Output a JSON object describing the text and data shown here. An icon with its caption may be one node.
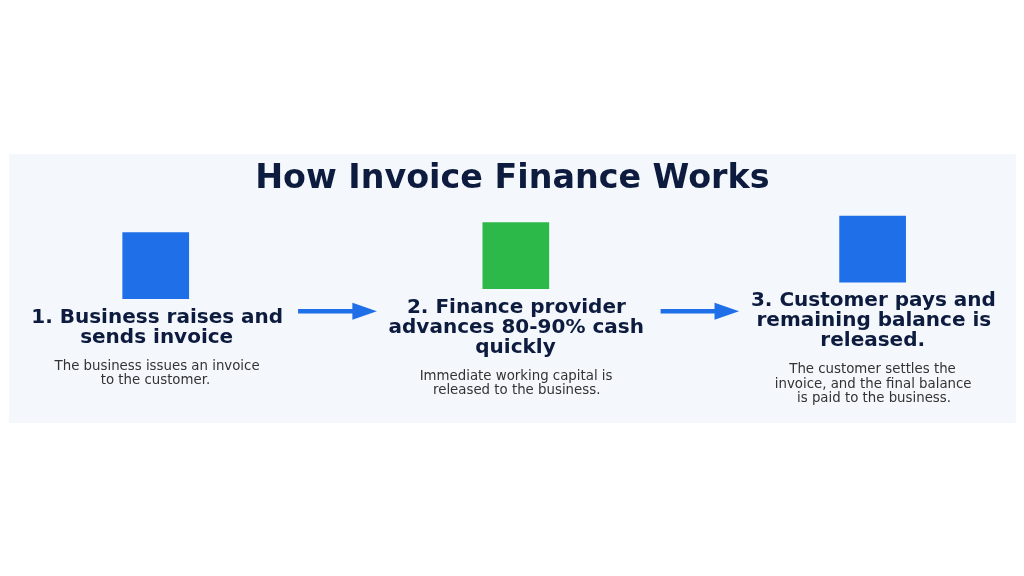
{
  "diagram": {
    "title": "How Invoice Finance Works",
    "nodes": [
      {
        "text": [
          "1. Business raises and sends invoice",
          "The business issues an invoice to the customer."
        ]
      },
      {
        "text": [
          "2. Finance provider advances 80-90% cash quickly",
          "Immediate working capital is released to the business."
        ]
      },
      {
        "text": [
          "3. Customer pays and remaining balance is released.",
          "The customer settles the invoice, and the final balance is paid to the business."
        ]
      }
    ],
    "edges": [
      {
        "from": 0,
        "to": 1,
        "arrow": "to"
      },
      {
        "from": 1,
        "to": 2,
        "arrow": "to"
      }
    ]
  }
}
